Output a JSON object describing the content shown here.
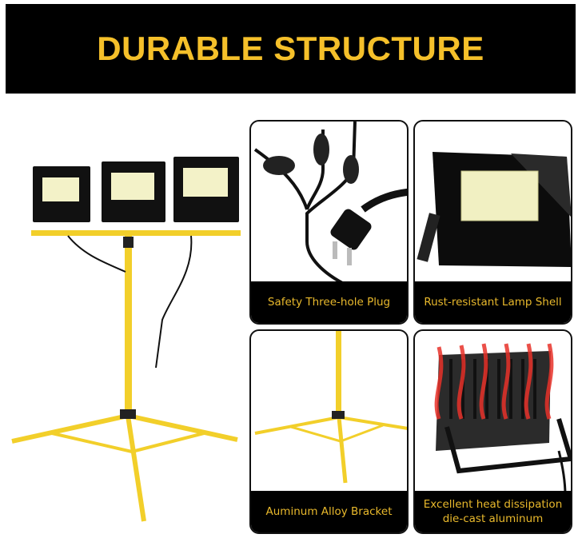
{
  "header": {
    "title": "DURABLE STRUCTURE"
  },
  "panels": [
    {
      "caption": "Safety Three-hole Plug"
    },
    {
      "caption": "Rust-resistant Lamp Shell"
    },
    {
      "caption": "Auminum Alloy Bracket"
    },
    {
      "caption": "Excellent heat dissipation die-cast aluminum"
    }
  ],
  "colors": {
    "accent": "#f5c02a",
    "tripod": "#f2cf2a",
    "background": "#000000"
  }
}
